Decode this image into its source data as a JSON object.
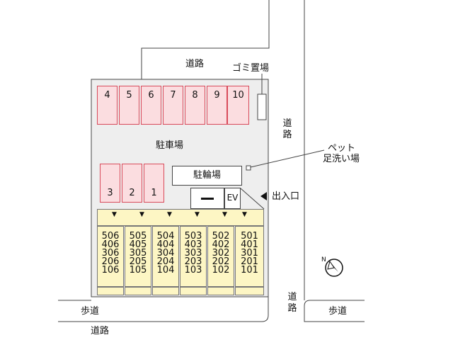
{
  "labels": {
    "road_top": "道路",
    "garbage": "ゴミ置場",
    "road_right": "道路",
    "parking": "駐車場",
    "pet": "ペット",
    "footwash": "足洗い場",
    "bicycle": "駐輪場",
    "ev": "EV",
    "entrance": "出入口",
    "road_center": "道路",
    "sidewalk_left": "歩道",
    "sidewalk_right": "歩道",
    "road_bottom": "道路"
  },
  "parking_top": [
    "4",
    "5",
    "6",
    "7",
    "8",
    "9",
    "10"
  ],
  "parking_left": [
    "3",
    "2",
    "1"
  ],
  "units": [
    [
      "506",
      "406",
      "306",
      "206",
      "106"
    ],
    [
      "505",
      "405",
      "305",
      "205",
      "105"
    ],
    [
      "504",
      "404",
      "304",
      "204",
      "104"
    ],
    [
      "503",
      "403",
      "303",
      "203",
      "103"
    ],
    [
      "502",
      "402",
      "302",
      "202",
      "102"
    ],
    [
      "501",
      "401",
      "301",
      "201",
      "101"
    ]
  ],
  "colors": {
    "parking_fill": "#fbdde0",
    "parking_border": "#d84a5a",
    "unit_fill": "#fdf6c4",
    "site_fill": "#eeeeee"
  },
  "icons": [
    "north-compass-icon",
    "entrance-arrow-icon",
    "down-arrow-icon"
  ]
}
